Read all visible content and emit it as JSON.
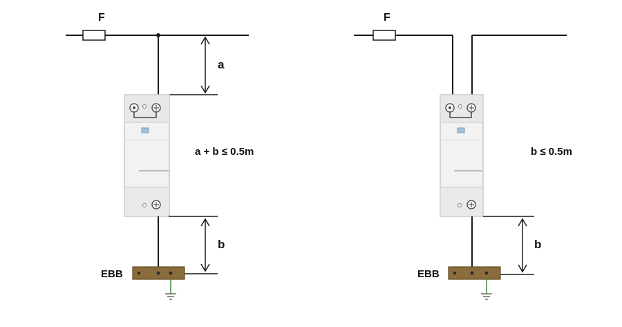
{
  "left_diagram": {
    "fuse_label": "F",
    "dim_a_label": "a",
    "dim_b_label": "b",
    "rule": "a + b ≤ 0.5m",
    "ebb_label": "EBB"
  },
  "right_diagram": {
    "fuse_label": "F",
    "dim_b_label": "b",
    "rule": "b ≤ 0.5m",
    "ebb_label": "EBB"
  },
  "colors": {
    "wire": "#1a1a1a",
    "device_body": "#f2f2f2",
    "device_border": "#c8c8c8",
    "ebb_bar": "#8a6d3b",
    "ground_wire": "#3a8a3a"
  }
}
